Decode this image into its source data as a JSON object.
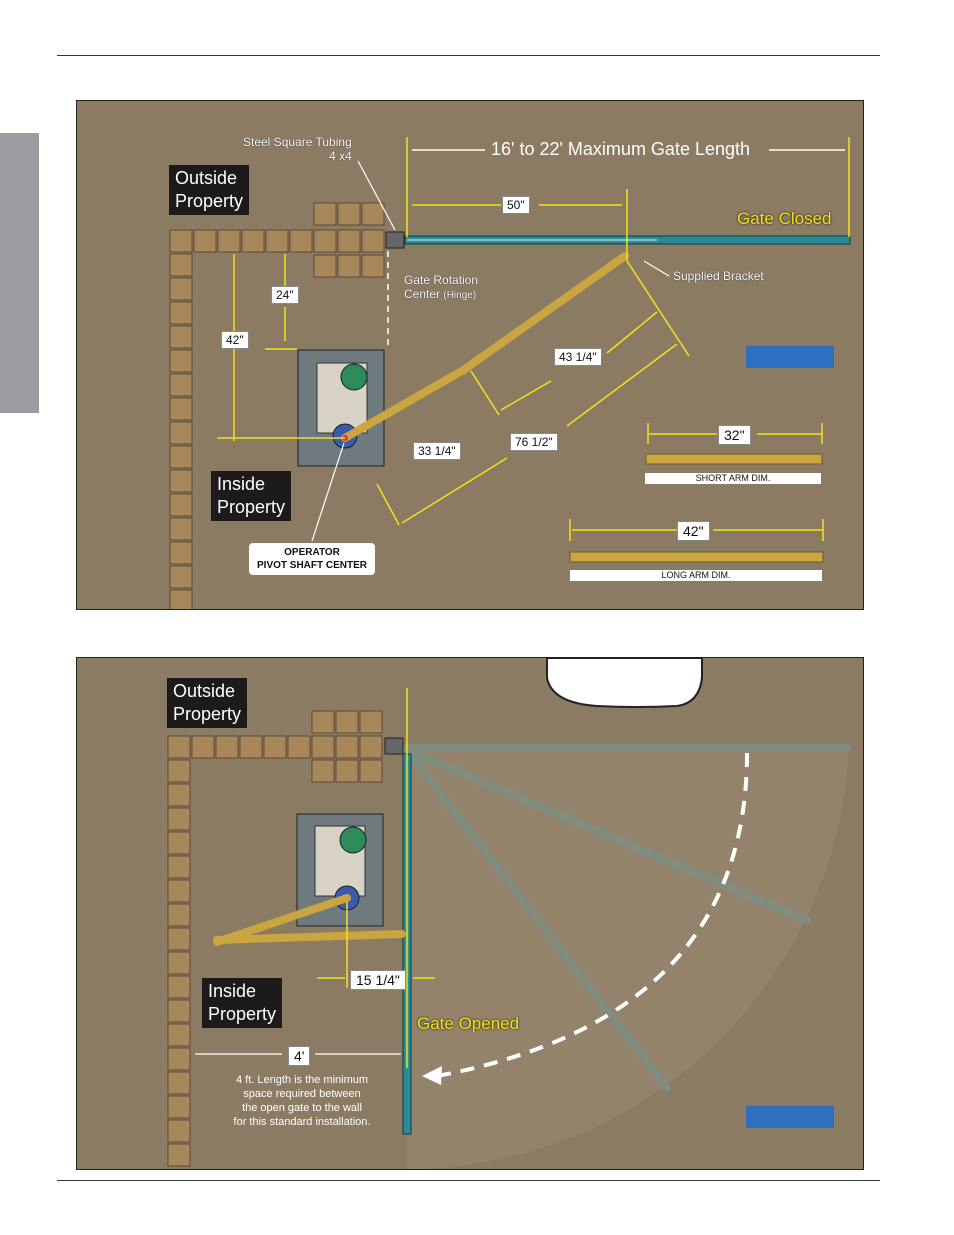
{
  "page": {
    "side_tab_color": "#9a9ca0"
  },
  "top_diagram": {
    "steel_tubing_line1": "Steel Square Tubing",
    "steel_tubing_line2": "4 x4",
    "max_length": "16' to 22' Maximum Gate Length",
    "outside_line1": "Outside",
    "outside_line2": "Property",
    "inside_line1": "Inside",
    "inside_line2": "Property",
    "dim_50": "50\"",
    "gate_closed": "Gate Closed",
    "gate_rotation_line1": "Gate Rotation",
    "gate_rotation_line2": "Center",
    "gate_rotation_hinge": "(Hinge)",
    "supplied_bracket": "Supplied Bracket",
    "dim_24": "24\"",
    "dim_42_vert": "42\"",
    "dim_43_14": "43 1/4\"",
    "dim_33_14": "33 1/4\"",
    "dim_76_12": "76 1/2\"",
    "dim_32": "32\"",
    "short_arm": "SHORT ARM DIM.",
    "dim_42_long": "42\"",
    "long_arm": "LONG ARM DIM.",
    "pivot_line1": "OPERATOR",
    "pivot_line2": "PIVOT SHAFT CENTER"
  },
  "bottom_diagram": {
    "outside_line1": "Outside",
    "outside_line2": "Property",
    "inside_line1": "Inside",
    "inside_line2": "Property",
    "dim_15_14": "15 1/4\"",
    "gate_opened": "Gate Opened",
    "dim_4ft": "4'",
    "note_line1": "4 ft. Length is the minimum",
    "note_line2": "space required between",
    "note_line3": "the open gate to the wall",
    "note_line4": "for this standard installation."
  },
  "colors": {
    "ground": "#8b7b63",
    "gate_teal": "#2a8c96",
    "arm_gold": "#c9a640",
    "dim_yellow": "#f3e21a",
    "tag_blue": "#2f6fc0"
  }
}
